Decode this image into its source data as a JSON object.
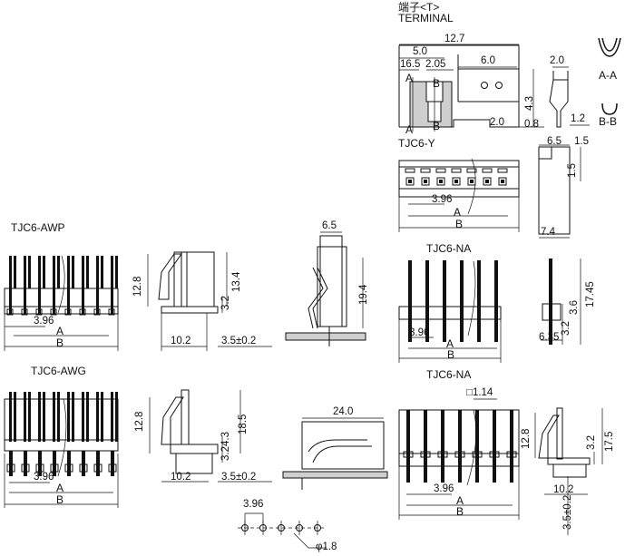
{
  "terminal": {
    "title_cn": "端子<T>",
    "title_en": "TERMINAL",
    "dims": [
      "12.7",
      "5.0",
      "16.5",
      "2.05",
      "6.0",
      "4.3",
      "2.0",
      "0.8",
      "2.0",
      "1.2"
    ],
    "sections": [
      "A",
      "B",
      "A",
      "B"
    ],
    "views": [
      "A-A",
      "B-B"
    ]
  },
  "tjc6_y": {
    "title": "TJC6-Y",
    "dims": [
      "3.96",
      "A",
      "B",
      "6.5",
      "1.5",
      "1.5",
      "7.4"
    ]
  },
  "tjc6_awp": {
    "title": "TJC6-AWP",
    "dims": [
      "12.8",
      "3.96",
      "A",
      "B",
      "13.4",
      "3.2",
      "10.2",
      "3.5±0.2",
      "6.5",
      "19.4"
    ]
  },
  "tjc6_na_top": {
    "title": "TJC6-NA",
    "dims": [
      "3.96",
      "A",
      "B",
      "17.45",
      "3.2",
      "3.6",
      "6.35"
    ]
  },
  "tjc6_awg": {
    "title": "TJC6-AWG",
    "dims": [
      "12.8",
      "3.96",
      "A",
      "B",
      "18.5",
      "3.2",
      "4.3",
      "10.2",
      "3.5±0.2",
      "24.0"
    ]
  },
  "tjc6_na_bottom": {
    "title": "TJC6-NA",
    "dims": [
      "□1.14",
      "3.96",
      "A",
      "B",
      "12.8",
      "3.2",
      "17.5",
      "10.2",
      "3.5±0.2"
    ]
  },
  "pcb_layout": {
    "dims": [
      "3.96",
      "φ1.8"
    ]
  }
}
